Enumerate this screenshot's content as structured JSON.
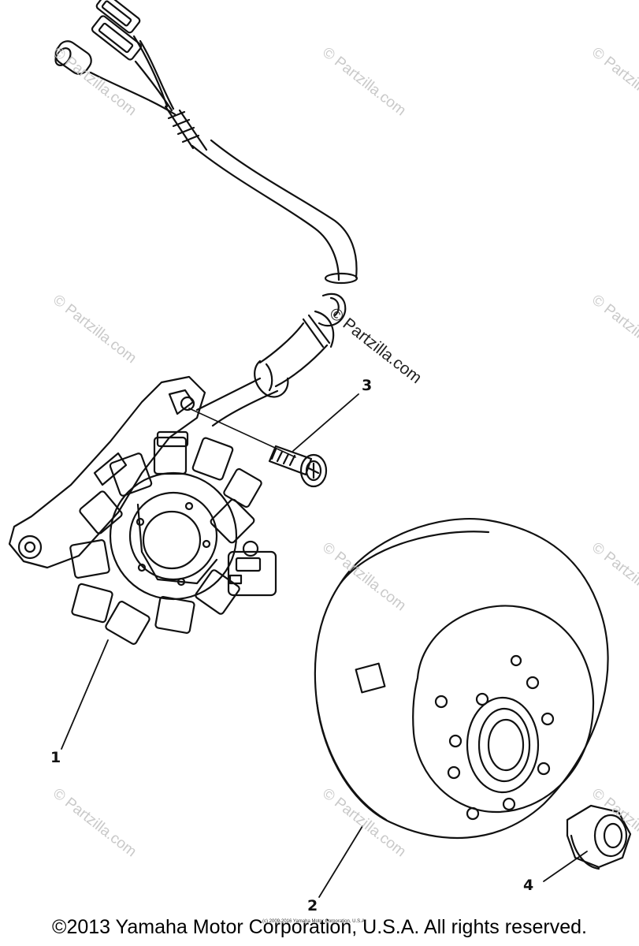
{
  "callouts": [
    "1",
    "2",
    "3",
    "4"
  ],
  "inline_watermark": "© Partzilla.com",
  "watermark_text": "© Partzilla.com",
  "tiny_note": "(c) 2009-2016 Yamaha Motor Corporation, U.S.A.",
  "copyright": "©2013 Yamaha Motor Corporation, U.S.A. All rights reserved.",
  "colors": {
    "line": "#111111",
    "watermark": "#c9c9c9",
    "background": "#ffffff"
  }
}
